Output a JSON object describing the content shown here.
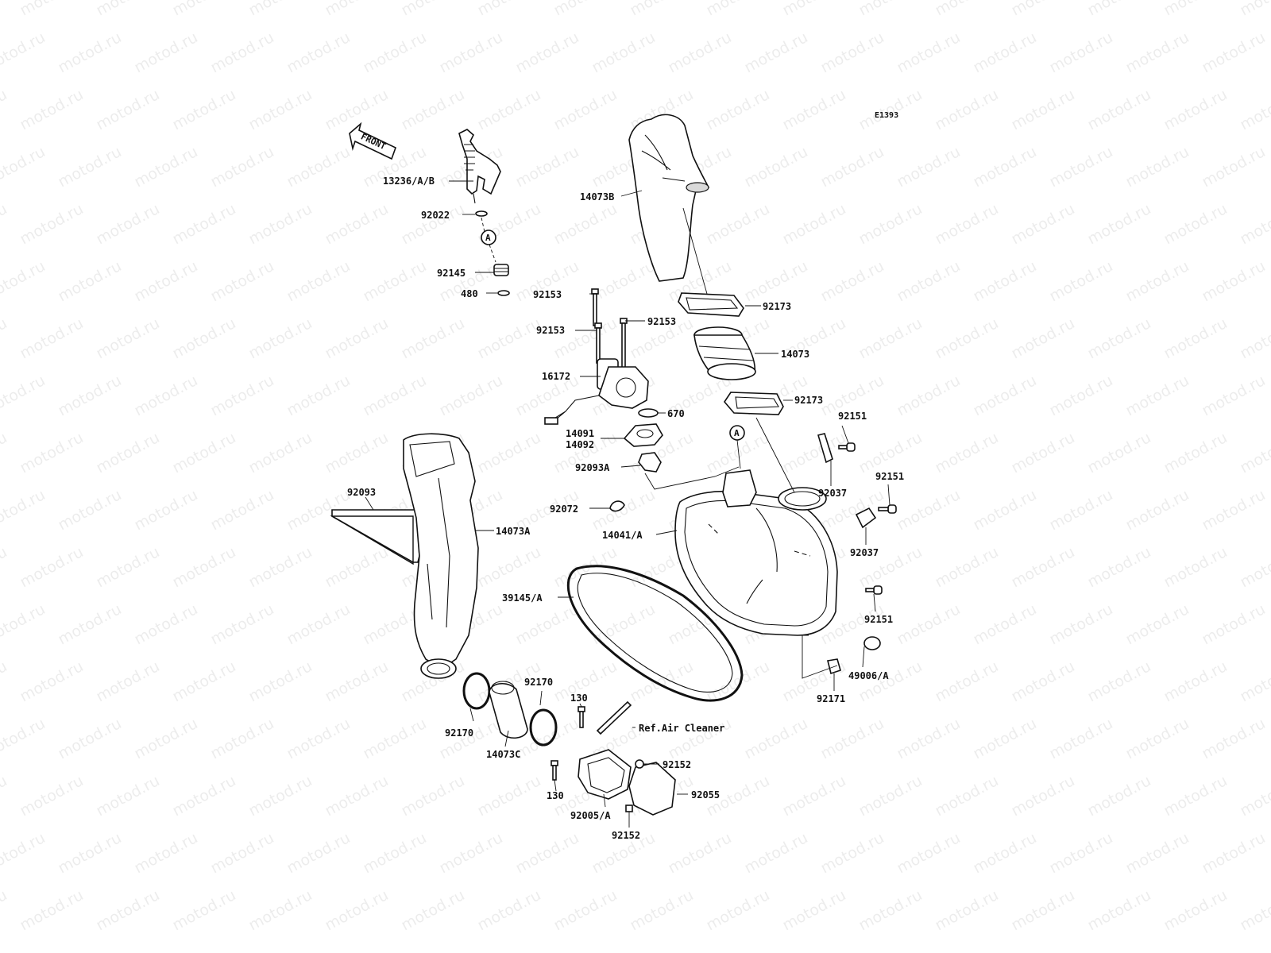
{
  "diagram": {
    "code": "E1393",
    "front_arrow_label": "FRONT",
    "watermark_text": "motod.ru",
    "ref_marker": "A",
    "reference_note": "Ref.Air Cleaner",
    "part_labels": [
      "13236/A/B",
      "92022",
      "92145",
      "480",
      "14073B",
      "92173",
      "14073",
      "92173",
      "92153",
      "92153",
      "92153",
      "16172",
      "670",
      "14091",
      "14092",
      "92093A",
      "92072",
      "92151",
      "92037",
      "92151",
      "92037",
      "92151",
      "14041/A",
      "92093",
      "14073A",
      "39145/A",
      "92170",
      "92170",
      "14073C",
      "130",
      "130",
      "92152",
      "92152",
      "92055",
      "92005/A",
      "49006/A",
      "92171"
    ]
  }
}
